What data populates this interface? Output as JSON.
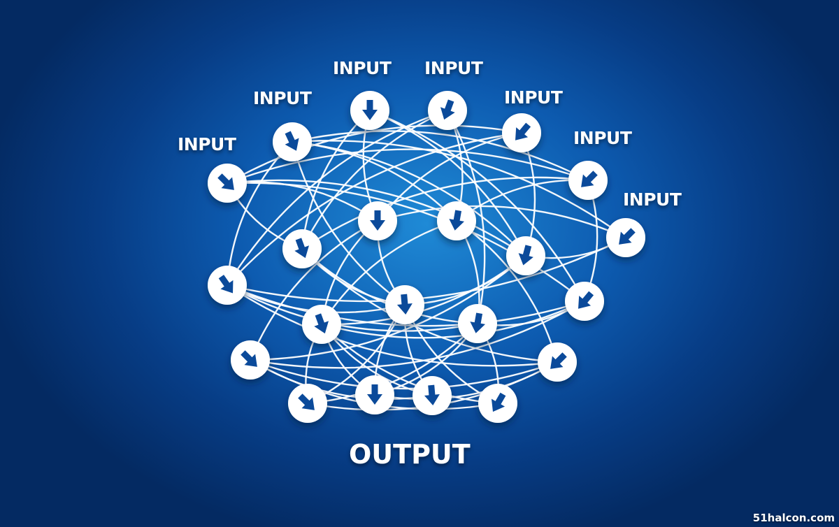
{
  "labels": {
    "inputs": [
      "INPUT",
      "INPUT",
      "INPUT",
      "INPUT",
      "INPUT",
      "INPUT",
      "INPUT"
    ],
    "output": "OUTPUT"
  },
  "watermark": "51halcon.com",
  "colors": {
    "background_center": "#1f8ad6",
    "background_edge": "#042a62",
    "node_fill": "#ffffff",
    "arrow": "#0b4a9a",
    "link": "#ffffff"
  },
  "icons": {
    "node": "down-arrow-icon"
  }
}
